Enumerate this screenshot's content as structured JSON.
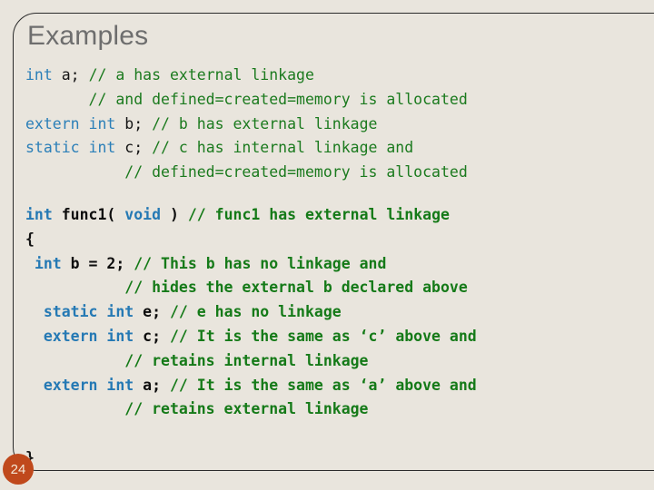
{
  "slide": {
    "title": "Examples",
    "page_number": "24",
    "colors": {
      "background": "#e9e5dd",
      "border": "#2b2b2b",
      "title_text": "#6e6e6e",
      "keyword": "#2b7fb8",
      "identifier": "#141414",
      "comment": "#1b7a1e",
      "badge_fill": "#c0491c",
      "badge_text": "#f4e9d8"
    }
  },
  "code_blocks": [
    {
      "name": "file-scope-declarations",
      "bold": false,
      "lines": [
        {
          "indent": 0,
          "spans": [
            {
              "t": "int",
              "c": "kw"
            },
            {
              "t": " a; ",
              "c": "id"
            },
            {
              "t": "// a has external linkage",
              "c": "cm"
            }
          ]
        },
        {
          "indent": 0,
          "spans": [
            {
              "t": "       ",
              "c": "id"
            },
            {
              "t": "// and defined=created=memory is allocated",
              "c": "cm"
            }
          ]
        },
        {
          "indent": 0,
          "spans": [
            {
              "t": "extern int",
              "c": "kw"
            },
            {
              "t": " b; ",
              "c": "id"
            },
            {
              "t": "// b has external linkage",
              "c": "cm"
            }
          ]
        },
        {
          "indent": 0,
          "spans": [
            {
              "t": "static int",
              "c": "kw"
            },
            {
              "t": " c; ",
              "c": "id"
            },
            {
              "t": "// c has internal linkage and",
              "c": "cm"
            }
          ]
        },
        {
          "indent": 0,
          "spans": [
            {
              "t": "           ",
              "c": "id"
            },
            {
              "t": "// defined=created=memory is allocated",
              "c": "cm"
            }
          ]
        }
      ]
    },
    {
      "name": "func1-definition",
      "bold": true,
      "lines": [
        {
          "indent": 0,
          "spans": [
            {
              "t": "int",
              "c": "kw"
            },
            {
              "t": " func1( ",
              "c": "id"
            },
            {
              "t": "void",
              "c": "kw"
            },
            {
              "t": " ) ",
              "c": "id"
            },
            {
              "t": "// func1 has external linkage",
              "c": "cm"
            }
          ]
        },
        {
          "indent": 0,
          "spans": [
            {
              "t": "{",
              "c": "pn"
            }
          ]
        },
        {
          "indent": 0,
          "spans": [
            {
              "t": " ",
              "c": "id"
            },
            {
              "t": "int",
              "c": "kw"
            },
            {
              "t": " b = 2; ",
              "c": "id"
            },
            {
              "t": "// This b has no linkage and",
              "c": "cm"
            }
          ]
        },
        {
          "indent": 0,
          "spans": [
            {
              "t": "           ",
              "c": "id"
            },
            {
              "t": "// hides the external b declared above",
              "c": "cm"
            }
          ]
        },
        {
          "indent": 0,
          "spans": [
            {
              "t": "  ",
              "c": "id"
            },
            {
              "t": "static int",
              "c": "kw"
            },
            {
              "t": " e; ",
              "c": "id"
            },
            {
              "t": "// e has no linkage",
              "c": "cm"
            }
          ]
        },
        {
          "indent": 0,
          "spans": [
            {
              "t": "  ",
              "c": "id"
            },
            {
              "t": "extern int",
              "c": "kw"
            },
            {
              "t": " c; ",
              "c": "id"
            },
            {
              "t": "// It is the same as ‘c’ above and",
              "c": "cm"
            }
          ]
        },
        {
          "indent": 0,
          "spans": [
            {
              "t": "           ",
              "c": "id"
            },
            {
              "t": "// retains internal linkage",
              "c": "cm"
            }
          ]
        },
        {
          "indent": 0,
          "spans": [
            {
              "t": "  ",
              "c": "id"
            },
            {
              "t": "extern int",
              "c": "kw"
            },
            {
              "t": " a; ",
              "c": "id"
            },
            {
              "t": "// It is the same as ‘a’ above and",
              "c": "cm"
            }
          ]
        },
        {
          "indent": 0,
          "spans": [
            {
              "t": "           ",
              "c": "id"
            },
            {
              "t": "// retains external linkage",
              "c": "cm"
            }
          ]
        },
        {
          "indent": 0,
          "spans": [
            {
              "t": "",
              "c": "id"
            }
          ]
        },
        {
          "indent": 0,
          "spans": [
            {
              "t": "}",
              "c": "pn"
            }
          ]
        }
      ]
    }
  ]
}
